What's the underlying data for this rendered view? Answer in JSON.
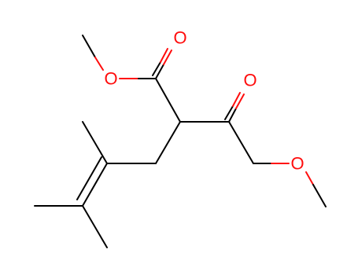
{
  "molecule": {
    "atoms": {
      "o_carbonyl_ester": {
        "symbol": "O",
        "color": "#ff0d0d"
      },
      "o_ester_ether": {
        "symbol": "O",
        "color": "#ff0d0d"
      },
      "o_ketone": {
        "symbol": "O",
        "color": "#ff0d0d"
      },
      "o_methoxy": {
        "symbol": "O",
        "color": "#ff0d0d"
      }
    },
    "bond_color": "#000000",
    "heteroatom_color": "#ff0d0d"
  }
}
